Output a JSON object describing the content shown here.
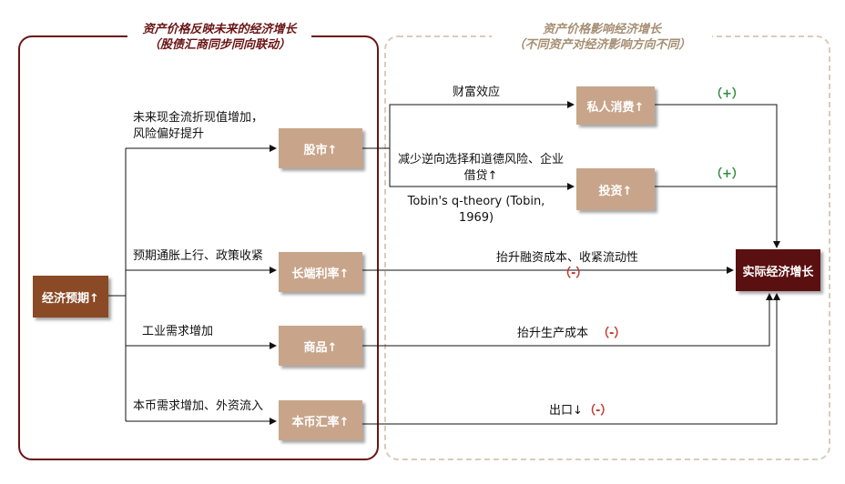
{
  "left_panel": {
    "title_line1": "资产价格反映未来的经济增长",
    "title_line2": "（股债汇商同步同向联动）"
  },
  "right_panel": {
    "title_line1": "资产价格影响经济增长",
    "title_line2": "（不同资产对经济影响方向不同）"
  },
  "nodes": {
    "econ_expect": "经济预期↑",
    "stock": "股市↑",
    "long_rate": "长端利率↑",
    "commodity": "商品↑",
    "fx": "本币汇率↑",
    "consumption": "私人消费↑",
    "investment": "投资↑",
    "growth": "实际经济增长"
  },
  "labels": {
    "stock_reason": "未来现金流折现值增加，风险偏好提升",
    "rate_reason": "预期通胀上行、政策收紧",
    "commodity_reason": "工业需求增加",
    "fx_reason": "本币需求增加、外资流入",
    "wealth_effect": "财富效应",
    "credit_effect": "减少逆向选择和道德风险、企业借贷↑",
    "tobin": "Tobin's q-theory (Tobin, 1969)",
    "rate_effect": "抬升融资成本、收紧流动性",
    "commodity_effect": "抬升生产成本",
    "export_effect": "出口↓"
  },
  "signs": {
    "consumption": "（+）",
    "investment": "（+）",
    "rate": "（-）",
    "commodity": "（-）",
    "export": "（-）"
  },
  "colors": {
    "left_border": "#6b1414",
    "right_border": "#d9ccbb",
    "positive": "#2e8b3e",
    "negative": "#c0392b"
  }
}
